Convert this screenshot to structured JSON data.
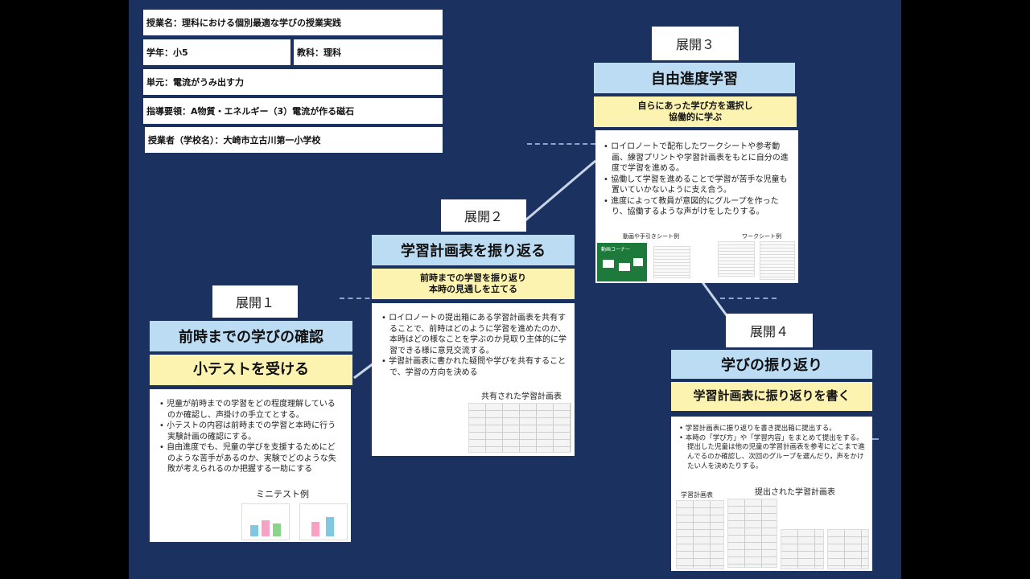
{
  "info": {
    "lesson_name": "授業名：理科における個別最適な学びの授業実践",
    "grade": "学年：小5",
    "subject": "教科：理科",
    "unit": "単元：電流がうみ出す力",
    "guideline": "指導要領：A物質・エネルギー（3）電流が作る磁石",
    "teacher": "授業者（学校名）：大崎市立古川第一小学校"
  },
  "stage1": {
    "label": "展開１",
    "title": "前時までの学びの確認",
    "subtitle": "小テストを受ける",
    "bullets": [
      "児童が前時までの学習をどの程度理解しているのか確認し、声掛けの手立てとする。",
      "小テストの内容は前時までの学習と本時に行う実験計画の確認にする。",
      "自由進度でも、児童の学びを支援するためにどのような苦手があるのか、実験でどのような失敗が考えられるのか把握する一助にする"
    ],
    "caption": "ミニテスト例"
  },
  "stage2": {
    "label": "展開２",
    "title": "学習計画表を振り返る",
    "subtitle_1": "前時までの学習を振り返り",
    "subtitle_2": "本時の見通しを立てる",
    "bullets": [
      "ロイロノートの提出箱にある学習計画表を共有することで、前時はどのように学習を進めたのか、本時はどの様なことを学ぶのか見取り主体的に学習できる様に意見交流する。",
      "学習計画表に書かれた疑問や学びを共有することで、学習の方向を決める"
    ],
    "caption": "共有された学習計画表"
  },
  "stage3": {
    "label": "展開３",
    "title": "自由進度学習",
    "subtitle_1": "自らにあった学び方を選択し",
    "subtitle_2": "協働的に学ぶ",
    "bullets": [
      "ロイロノートで配布したワークシートや参考動画、練習プリントや学習計画表をもとに自分の進度で学習を進める。",
      "協働して学習を進めることで学習が苦手な児童も置いていかないように支え合う。",
      "進度によって教員が意図的にグループを作ったり、協働するような声がけをしたりする。"
    ],
    "caption_left": "動画や手引きシート例",
    "caption_right": "ワークシート例",
    "thumb_label": "動画コーナー"
  },
  "stage4": {
    "label": "展開４",
    "title": "学びの振り返り",
    "subtitle": "学習計画表に振り返りを書く",
    "bullets": [
      "学習計画表に振り返りを書き提出箱に提出する。",
      "本時の「学び方」や「学習内容」をまとめて提出をする。提出した児童は他の児童の学習計画表を参考にどこまで進んでるのか確認し、次回のグループを選んだり，声をかけたい人を決めたりする。"
    ],
    "caption_left": "学習計画表",
    "caption_right": "提出された学習計画表"
  },
  "colors": {
    "background": "#1b3260",
    "title_blue": "#bcdcf4",
    "subtitle_yellow": "#fdf3b0",
    "connector": "#c9d4e6"
  }
}
